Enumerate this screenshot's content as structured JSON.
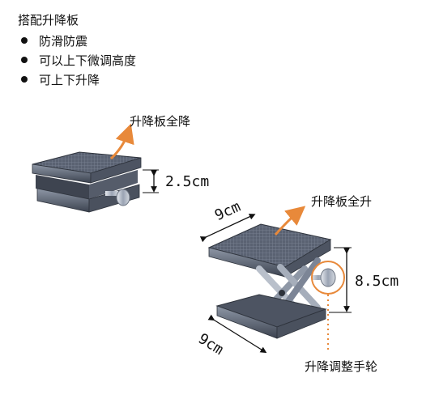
{
  "heading": "搭配升降板",
  "features": [
    "防滑防震",
    "可以上下微调高度",
    "可上下升降"
  ],
  "labels": {
    "lowered": "升降板全降",
    "raised": "升降板全升",
    "wheel": "升降调整手轮"
  },
  "dimensions": {
    "min_height": "2.5cm",
    "max_height": "8.5cm",
    "width": "9cm",
    "depth": "9cm"
  },
  "colors": {
    "accent_orange": "#e8893a",
    "steel": "#5a6272",
    "steel_light": "#9aa3b3"
  }
}
